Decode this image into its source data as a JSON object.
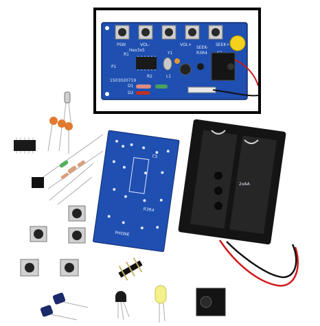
{
  "scene": {
    "title": "FM radio DIY kit components",
    "assembled_board": {
      "labels": {
        "psw": "PSW",
        "vol_minus": "VOL-",
        "vol_plus": "VOL+",
        "seek_minus": "SEEK-",
        "seek_plus": "SEEK+",
        "r3r4": "R3R4",
        "c1": "C1",
        "y1": "Y1",
        "p1": "P1",
        "r1": "R1",
        "r2": "R2",
        "l1": "L1",
        "d1": "D1",
        "d2": "D2",
        "hex": "Hex3x5",
        "code": "1503020719"
      }
    },
    "bare_pcb": {
      "labels": {
        "phone": "PHONE",
        "r3r4": "R3R4",
        "c5": "C5"
      }
    },
    "battery_holder": {
      "label": "2xAA",
      "wires": [
        "red",
        "black"
      ]
    },
    "colors": {
      "pcb_blue": "#1f4fb0",
      "pcb_dark": "#163a86",
      "battery_black": "#141414",
      "wire_red": "#d01818",
      "button_yellow": "#f2d21a",
      "led_yellow": "#f4f08a"
    }
  }
}
